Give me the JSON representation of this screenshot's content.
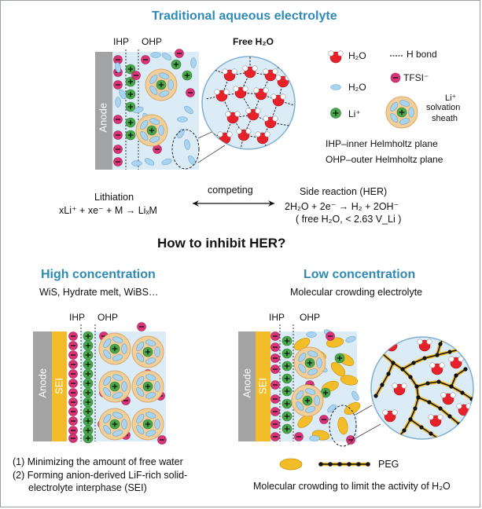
{
  "top": {
    "title": "Traditional aqueous electrolyte",
    "ihp": "IHP",
    "ohp": "OHP",
    "anode": "Anode",
    "free_h2o": "Free H₂O",
    "legend": {
      "h2o_ball": "H₂O",
      "h_bond": "H bond",
      "h2o_ellipse": "H₂O",
      "tfsi": "TFSI⁻",
      "li": "Li⁺",
      "li_sheath_1": "Li⁺",
      "li_sheath_2": "solvation",
      "li_sheath_3": "sheath",
      "ihp_def": "IHP–inner Helmholtz plane",
      "ohp_def": "OHP–outer Helmholtz plane"
    },
    "lithiation_label": "Lithiation",
    "lithiation_eq": "xLi⁺ + xe⁻ + M → LiₓM",
    "competing": "competing",
    "side_label": "Side reaction (HER)",
    "side_eq": "2H₂O + 2e⁻ → H₂ + 2OH⁻",
    "side_cond": "( free H₂O, < 2.63 V_Li )"
  },
  "question": "How to inhibit HER?",
  "left": {
    "title": "High concentration",
    "subtitle": "WiS, Hydrate melt, WiBS…",
    "ihp": "IHP",
    "ohp": "OHP",
    "anode": "Anode",
    "sei": "SEI",
    "note1": "(1)  Minimizing the amount of free water",
    "note2a": "(2)  Forming anion-derived LiF-rich solid-",
    "note2b": "electrolyte interphase (SEI)"
  },
  "right": {
    "title": "Low concentration",
    "subtitle": "Molecular crowding electrolyte",
    "ihp": "IHP",
    "ohp": "OHP",
    "anode": "Anode",
    "sei": "SEI",
    "peg": "PEG",
    "caption": "Molecular crowding to limit the activity of H₂O"
  },
  "colors": {
    "title_blue": "#2f8ab5",
    "anode_gray": "#a3a3a3",
    "sei_yellow": "#f3bd2a",
    "li_green": "#49a84c",
    "tfsi_pink": "#d93478",
    "h2o_red": "#e8202a",
    "water_blue": "#a9d3ee",
    "sheath_tan": "#f2cf99",
    "region_blue": "#dcecf7"
  }
}
